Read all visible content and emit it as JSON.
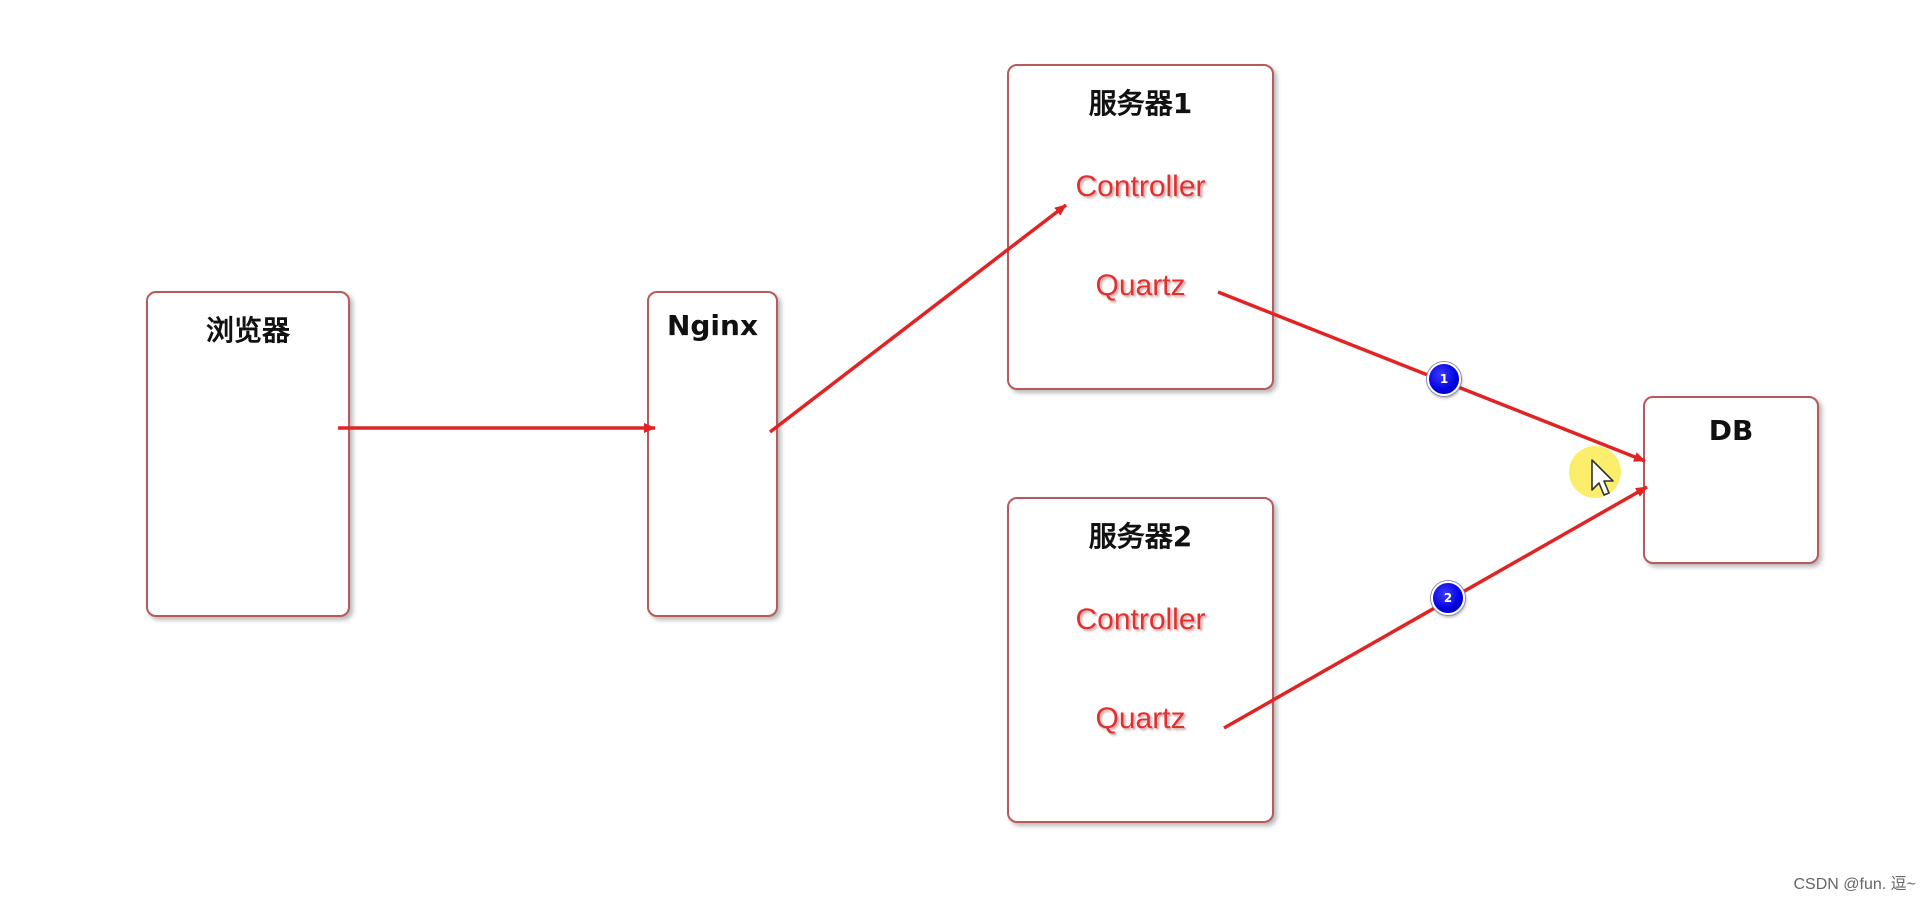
{
  "nodes": {
    "browser": {
      "title": "浏览器"
    },
    "nginx": {
      "title": "Nginx"
    },
    "server1": {
      "title": "服务器1",
      "components": [
        "Controller",
        "Quartz"
      ]
    },
    "server2": {
      "title": "服务器2",
      "components": [
        "Controller",
        "Quartz"
      ]
    },
    "db": {
      "title": "DB"
    }
  },
  "badges": [
    "1",
    "2"
  ],
  "colors": {
    "arrow": "#e02424",
    "box_border": "#b85a5a",
    "component_text": "#e03030",
    "badge": "#0000e0",
    "cursor_highlight": "#fae83c"
  },
  "watermark": "CSDN @fun. 逗~"
}
